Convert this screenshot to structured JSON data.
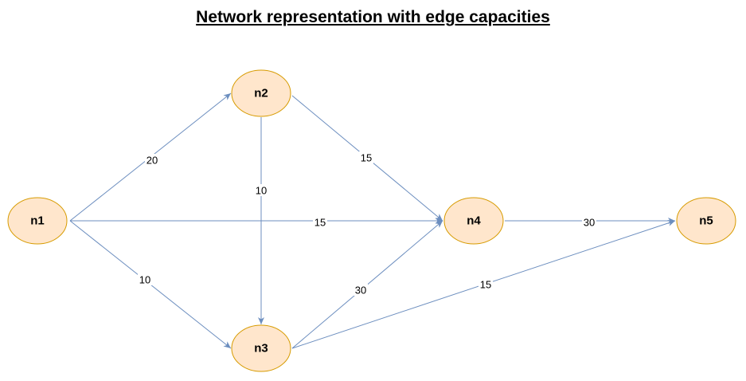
{
  "title": "Network representation with edge capacities",
  "colors": {
    "node_fill": "#ffe6cc",
    "node_stroke": "#d79b00",
    "edge_stroke": "#6c8ebf",
    "text": "#000000"
  },
  "nodes": [
    {
      "id": "n1",
      "label": "n1"
    },
    {
      "id": "n2",
      "label": "n2"
    },
    {
      "id": "n3",
      "label": "n3"
    },
    {
      "id": "n4",
      "label": "n4"
    },
    {
      "id": "n5",
      "label": "n5"
    }
  ],
  "edges": [
    {
      "from": "n1",
      "to": "n2",
      "capacity": "20"
    },
    {
      "from": "n1",
      "to": "n4",
      "capacity": "15"
    },
    {
      "from": "n1",
      "to": "n3",
      "capacity": "10"
    },
    {
      "from": "n2",
      "to": "n3",
      "capacity": "10"
    },
    {
      "from": "n2",
      "to": "n4",
      "capacity": "15"
    },
    {
      "from": "n3",
      "to": "n4",
      "capacity": "30"
    },
    {
      "from": "n3",
      "to": "n5",
      "capacity": "15"
    },
    {
      "from": "n4",
      "to": "n5",
      "capacity": "30"
    }
  ]
}
